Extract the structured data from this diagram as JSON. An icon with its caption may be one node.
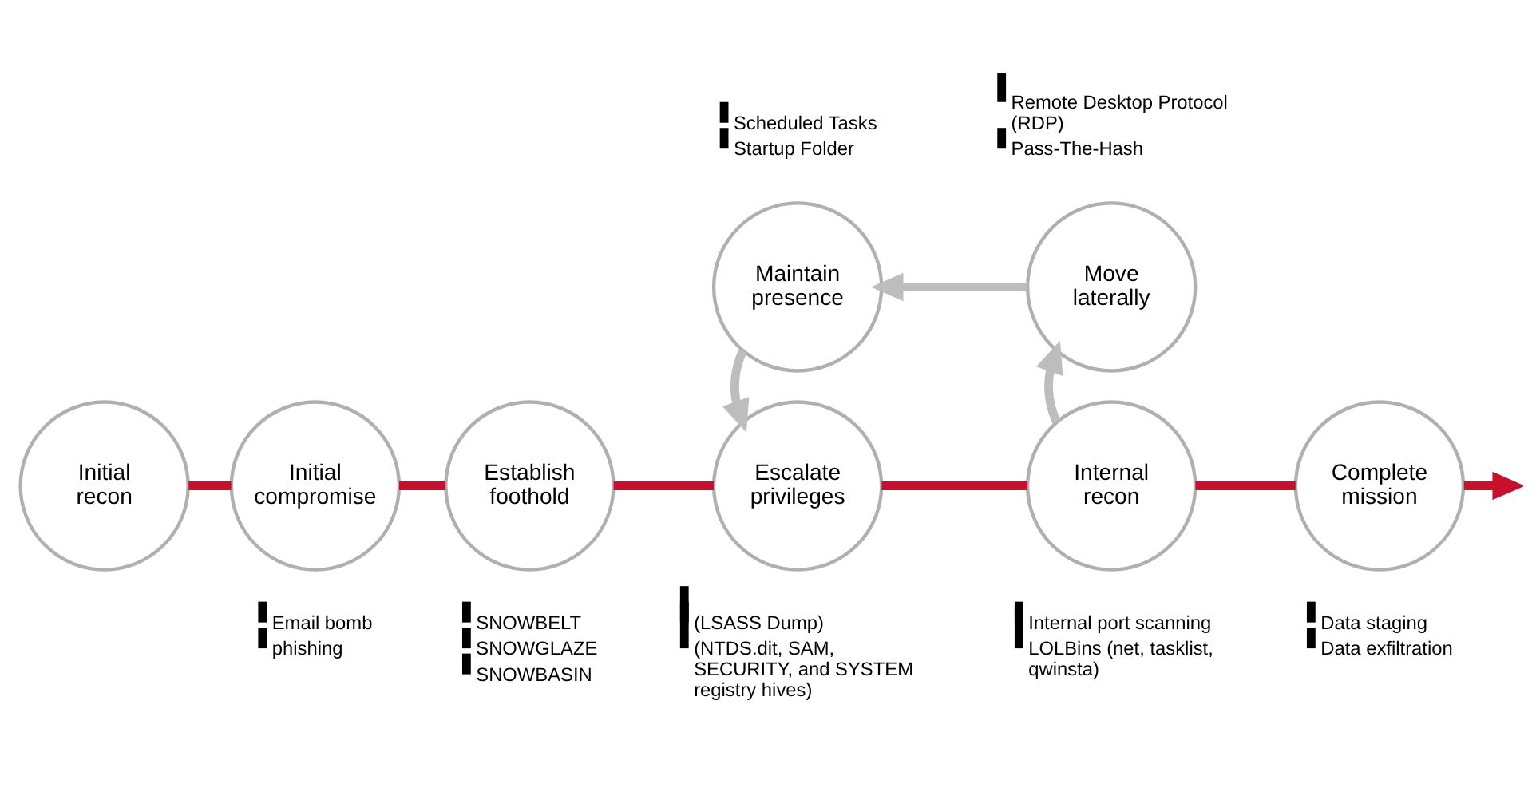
{
  "diagram": {
    "nodes": [
      {
        "text": [
          "Initial recon"
        ]
      },
      {
        "text": [
          "Initial compromise"
        ],
        "beside": [
          "Email bomb",
          "phishing"
        ]
      },
      {
        "text": [
          "Establish foothold"
        ],
        "beside": [
          "SNOWBELT",
          "SNOWGLAZE",
          "SNOWBASIN"
        ]
      },
      {
        "text": [
          "Escalate privileges"
        ],
        "beside": [
          "(LSASS Dump)",
          "(NTDS.dit, SAM, SECURITY, and SYSTEM registry hives)"
        ]
      },
      {
        "text": [
          "Internal recon"
        ],
        "beside": [
          "Internal port scanning",
          "LOLBins (net, tasklist, qwinsta)"
        ]
      },
      {
        "text": [
          "Complete mission"
        ],
        "beside": [
          "Data staging",
          "Data exfiltration"
        ]
      },
      {
        "text": [
          "Maintain presence"
        ],
        "beside": [
          "Scheduled Tasks",
          "Startup Folder"
        ]
      },
      {
        "text": [
          "Move laterally"
        ],
        "beside": [
          "Remote Desktop Protocol (RDP)",
          "Pass-The-Hash"
        ]
      }
    ],
    "edges": [
      {
        "from": 0,
        "to": 1,
        "arrow": "none"
      },
      {
        "from": 1,
        "to": 2,
        "arrow": "none"
      },
      {
        "from": 2,
        "to": 3,
        "arrow": "none"
      },
      {
        "from": 3,
        "to": 4,
        "arrow": "none"
      },
      {
        "from": 4,
        "to": 5,
        "arrow": "none"
      },
      {
        "from": 5,
        "to": null,
        "arrow": "to"
      },
      {
        "from": 4,
        "to": 7,
        "arrow": "to",
        "color": "#bdbdbd"
      },
      {
        "from": 7,
        "to": 6,
        "arrow": "to",
        "color": "#bdbdbd"
      },
      {
        "from": 6,
        "to": 3,
        "arrow": "to",
        "color": "#bdbdbd"
      }
    ]
  }
}
